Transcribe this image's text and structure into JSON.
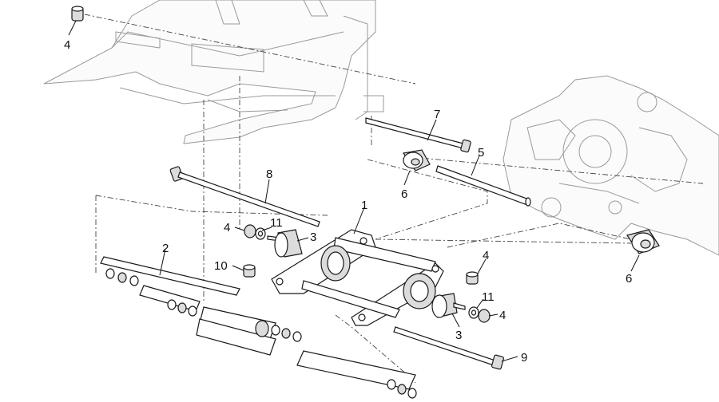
{
  "callouts": {
    "c1": "1",
    "c2": "2",
    "c3a": "3",
    "c3b": "3",
    "c4a": "4",
    "c4b": "4",
    "c4c": "4",
    "c4d": "4",
    "c5": "5",
    "c6a": "6",
    "c6b": "6",
    "c7": "7",
    "c8": "8",
    "c9": "9",
    "c10": "10",
    "c11a": "11",
    "c11b": "11"
  },
  "colors": {
    "line": "#1a1a1a",
    "ghost_outline": "#9a9a9a",
    "background": "#ffffff"
  }
}
